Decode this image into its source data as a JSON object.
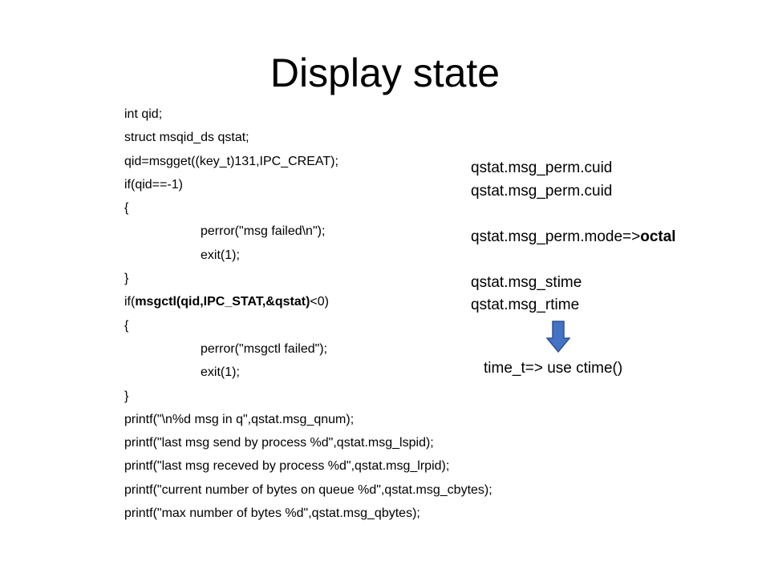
{
  "slide": {
    "title": "Display state",
    "code": [
      {
        "text": "int qid;"
      },
      {
        "text": "struct msqid_ds qstat;"
      },
      {
        "text": "qid=msgget((key_t)131,IPC_CREAT);"
      },
      {
        "text": "if(qid==-1)"
      },
      {
        "text": "{"
      },
      {
        "text": "perror(\"msg failed\\n\");",
        "indent": true
      },
      {
        "text": "exit(1);",
        "indent": true
      },
      {
        "text": "}"
      },
      {
        "pre": "if(",
        "bold": "msgctl(qid,IPC_STAT,&qstat)",
        "post": "<0)"
      },
      {
        "text": "{"
      },
      {
        "text": "perror(\"msgctl failed\");",
        "indent": true
      },
      {
        "text": "exit(1);",
        "indent": true
      },
      {
        "text": "}"
      },
      {
        "text": "printf(\"\\n%d msg in q\",qstat.msg_qnum);"
      },
      {
        "text": "printf(\"last msg send by process %d\",qstat.msg_lspid);"
      },
      {
        "text": "printf(\"last msg receved by process %d\",qstat.msg_lrpid);"
      },
      {
        "text": "printf(\"current number of bytes on queue %d\",qstat.msg_cbytes);"
      },
      {
        "text": "printf(\"max number of bytes %d\",qstat.msg_qbytes);"
      }
    ],
    "notes": {
      "line1": "qstat.msg_perm.cuid",
      "line2": "qstat.msg_perm.cuid",
      "mode_prefix": "qstat.msg_perm.mode=>",
      "mode_bold": "octal",
      "line4": "qstat.msg_stime",
      "line5": "qstat.msg_rtime"
    },
    "arrow_color": "#4472C4",
    "ctime_note": "time_t=> use ctime()"
  }
}
